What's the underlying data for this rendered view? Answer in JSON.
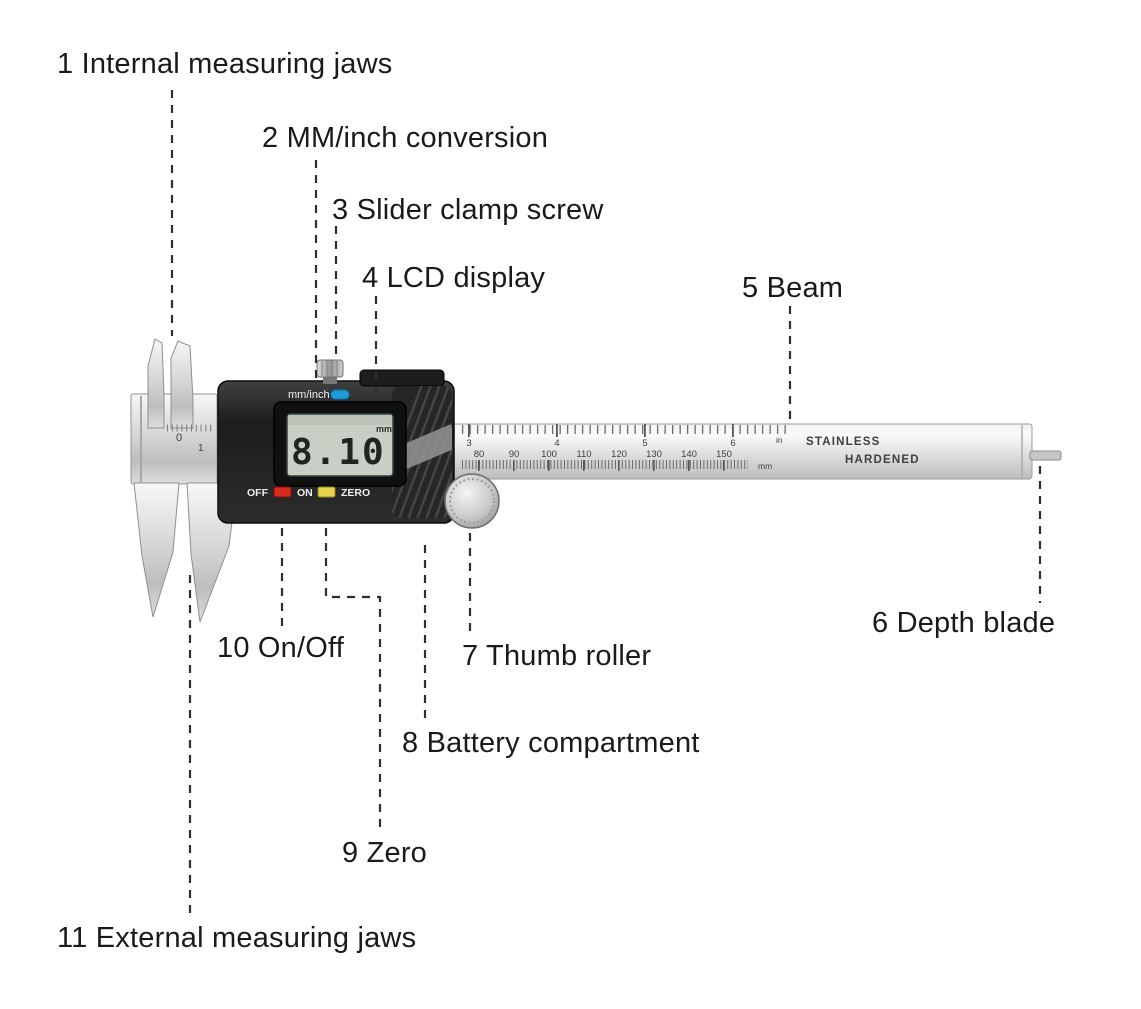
{
  "diagram": {
    "labels": [
      {
        "text": "1 Internal measuring jaws"
      },
      {
        "text": "2 MM/inch conversion"
      },
      {
        "text": "3 Slider clamp screw"
      },
      {
        "text": "4 LCD display"
      },
      {
        "text": "5 Beam"
      },
      {
        "text": "6 Depth blade"
      },
      {
        "text": "7 Thumb roller"
      },
      {
        "text": "8 Battery compartment"
      },
      {
        "text": "9 Zero"
      },
      {
        "text": "10 On/Off"
      },
      {
        "text": "11 External measuring jaws"
      }
    ]
  },
  "caliper": {
    "mode_label": "mm/inch",
    "lcd": {
      "value": "8.10",
      "unit": "mm"
    },
    "buttons": {
      "off": "OFF",
      "on": "ON",
      "zero": "ZERO"
    },
    "beam": {
      "inch_numbers": [
        "3",
        "4",
        "5",
        "6"
      ],
      "inch_unit": "in",
      "mm_numbers": [
        "80",
        "90",
        "100",
        "110",
        "120",
        "130",
        "140",
        "150"
      ],
      "mm_unit": "mm",
      "vernier_numbers": [
        "0",
        "1"
      ],
      "engraving_line1": "STAINLESS",
      "engraving_line2": "HARDENED"
    }
  },
  "colors": {
    "mode_button": "#1e9cd8",
    "off_on_button": "#d92b1c",
    "zero_button": "#e6d34c",
    "lcd_screen": "#c9cfc5",
    "slider_body": "#1e1e1e",
    "label_text": "#1a1a1a"
  }
}
